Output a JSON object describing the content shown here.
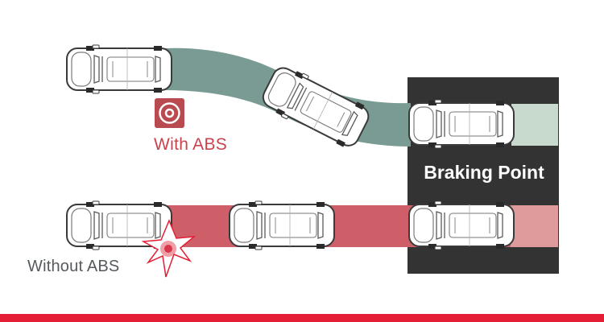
{
  "labels": {
    "with_abs": "With ABS",
    "without_abs": "Without ABS",
    "braking_point": "Braking Point"
  },
  "colors": {
    "with_abs_path": "#799b93",
    "with_abs_path_after": "#c8d9cd",
    "without_abs_path": "#ce5f69",
    "without_abs_path_after": "#df9a9c",
    "braking_zone": "#333333",
    "accent_red": "#e41f35",
    "abs_icon": "#b84a50"
  },
  "icons": {
    "abs": "abs-disc-icon",
    "skid": "skid-burst-icon"
  }
}
